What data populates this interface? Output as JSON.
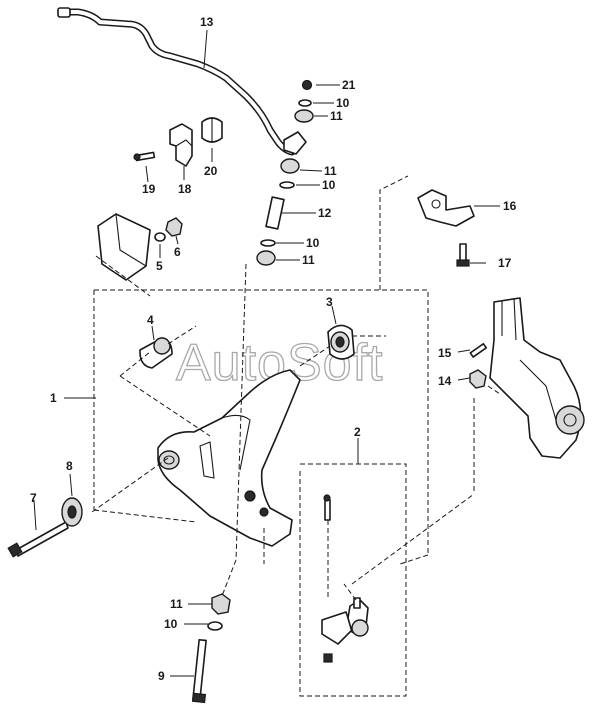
{
  "watermark": "AutoSoft",
  "callouts": {
    "c1": "1",
    "c2": "2",
    "c3": "3",
    "c4": "4",
    "c5": "5",
    "c6": "6",
    "c7": "7",
    "c8": "8",
    "c9": "9",
    "c10a": "10",
    "c10b": "10",
    "c10c": "10",
    "c10d": "10",
    "c11a": "11",
    "c11b": "11",
    "c11c": "11",
    "c11d": "11",
    "c12": "12",
    "c13": "13",
    "c14": "14",
    "c15": "15",
    "c16": "16",
    "c17": "17",
    "c18": "18",
    "c19": "19",
    "c20": "20",
    "c21": "21"
  }
}
